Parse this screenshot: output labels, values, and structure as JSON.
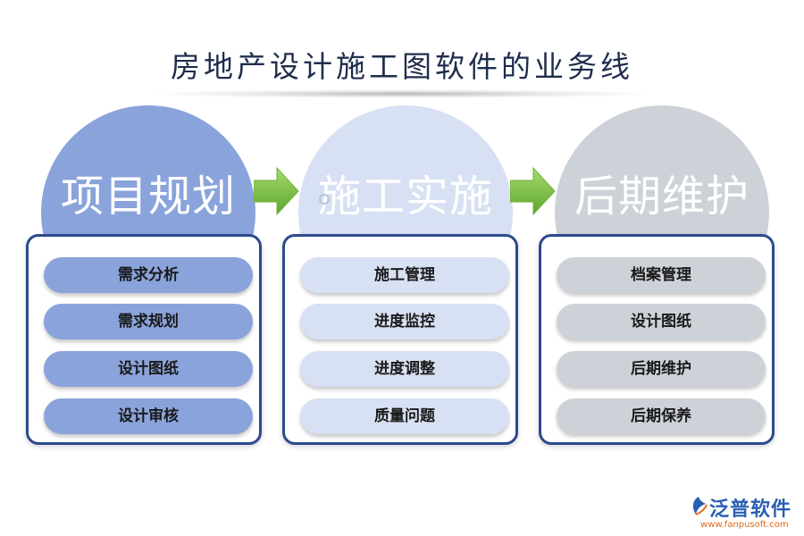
{
  "title": "房地产设计施工图软件的业务线",
  "stages": [
    {
      "name": "项目规划",
      "circle_color": "#8aa3db",
      "item_color": "#8aa3db",
      "items": [
        "需求分析",
        "需求规划",
        "设计图纸",
        "设计审核"
      ]
    },
    {
      "name": "施工实施",
      "circle_color": "#d8e1f3",
      "item_color": "#d8e1f3",
      "items": [
        "施工管理",
        "进度监控",
        "进度调整",
        "质量问题"
      ]
    },
    {
      "name": "后期维护",
      "circle_color": "#cdd2d8",
      "item_color": "#cdd2d8",
      "items": [
        "档案管理",
        "设计图纸",
        "后期维护",
        "后期保养"
      ]
    }
  ],
  "arrow_color": "#7cc142",
  "panel_border_color": "#2e4a8e",
  "logo": {
    "name": "泛普软件",
    "url": "www.fanpusoft.com"
  }
}
